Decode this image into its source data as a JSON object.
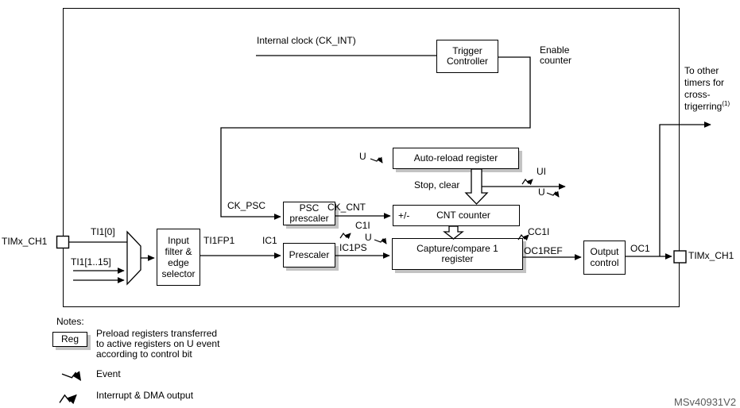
{
  "colors": {
    "line": "#000000",
    "block_fill": "#ffffff",
    "block_shadow": "#c3c3c3",
    "background": "#ffffff",
    "watermark_text": "#595959"
  },
  "blocks": {
    "trigger_controller": "Trigger\nController",
    "auto_reload": "Auto-reload register",
    "psc_prescaler": "PSC\nprescaler",
    "cnt_counter": "CNT counter",
    "capture_compare": "Capture/compare 1\nregister",
    "prescaler": "Prescaler",
    "input_filter": "Input\nfilter &\nedge\nselector",
    "output_control": "Output\ncontrol"
  },
  "signals": {
    "internal_clock": "Internal clock (CK_INT)",
    "enable_counter": "Enable\ncounter",
    "cross_trigger": "To other\ntimers for\ncross-\ntrigerring",
    "cross_trigger_footnote": "(1)",
    "ck_psc": "CK_PSC",
    "ck_cnt": "CK_CNT",
    "plus_minus": "+/-",
    "stop_clear": "Stop, clear",
    "ui": "UI",
    "u": "U",
    "c1i": "C1I",
    "cc1i": "CC1I",
    "ti1_0": "TI1[0]",
    "ti1_range": "TI1[1..15]",
    "ti1fp1": "TI1FP1",
    "ic1": "IC1",
    "ic1ps": "IC1PS",
    "oc1ref": "OC1REF",
    "oc1": "OC1",
    "timx_ch1_input": "TIMx_CH1",
    "timx_ch1_output": "TIMx_CH1"
  },
  "notes": {
    "title": "Notes:",
    "reg_box": "Reg",
    "preload_note": "Preload registers transferred\nto active registers on U event\naccording to control bit",
    "event_legend": "Event",
    "interrupt_legend": "Interrupt & DMA output"
  },
  "watermark": "MSv40931V2"
}
